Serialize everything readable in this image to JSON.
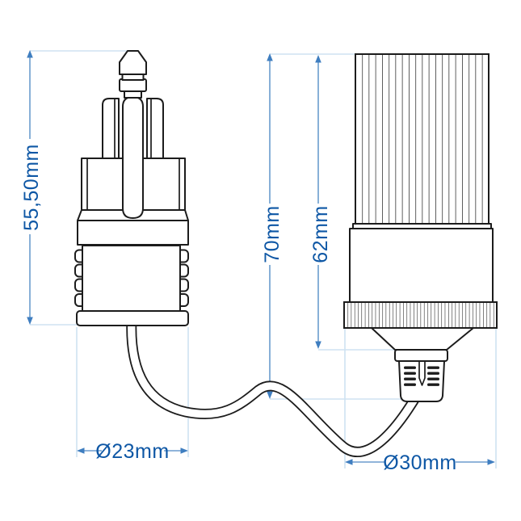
{
  "drawing": {
    "kind": "technical-dimension-diagram",
    "dimensions": {
      "plug_height_label": "55,50mm",
      "socket_overall_height_label": "70mm",
      "socket_body_height_label": "62mm",
      "plug_diameter_label": "Ø23mm",
      "socket_diameter_label": "Ø30mm"
    },
    "colors": {
      "background": "#ffffff",
      "outline": "#1c1c1c",
      "dimension_line": "#6b9ccd",
      "extension_line": "#cfe2f2",
      "arrow": "#3f7ec0",
      "dimension_text": "#0e57a5"
    }
  }
}
